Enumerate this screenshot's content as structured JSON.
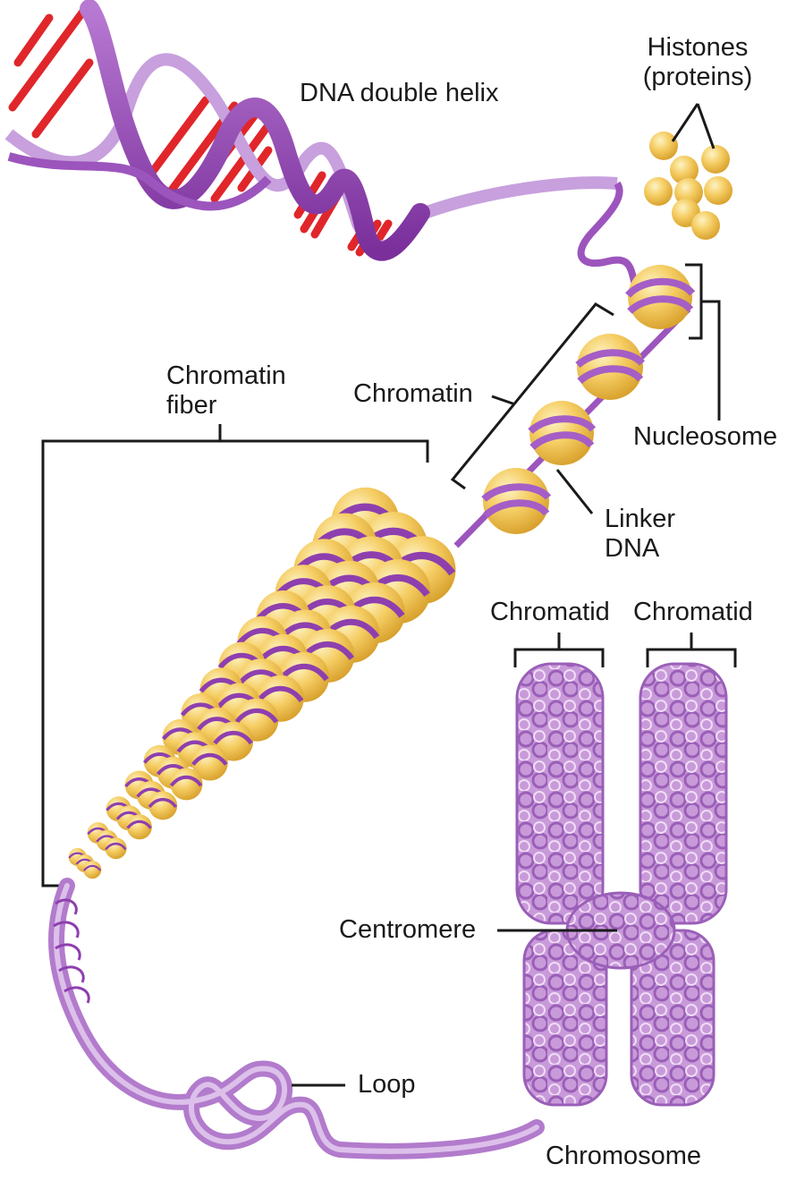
{
  "labels": {
    "dna_double_helix": "DNA double helix",
    "histones_line1": "Histones",
    "histones_line2": "(proteins)",
    "chromatin_fiber_line1": "Chromatin",
    "chromatin_fiber_line2": "fiber",
    "chromatin": "Chromatin",
    "nucleosome": "Nucleosome",
    "linker_line1": "Linker",
    "linker_line2": "DNA",
    "chromatid_left": "Chromatid",
    "chromatid_right": "Chromatid",
    "centromere": "Centromere",
    "loop": "Loop",
    "chromosome": "Chromosome"
  },
  "colors": {
    "dna_strand": "#8e3fae",
    "dna_strand_light": "#c9a0dc",
    "base_pairs": "#e0262a",
    "histone": "#f2c65a",
    "histone_highlight": "#fbe9a8",
    "chromosome": "#c79ad9",
    "chromosome_outline": "#9a5fb8",
    "leader_lines": "#1a1a1a"
  }
}
